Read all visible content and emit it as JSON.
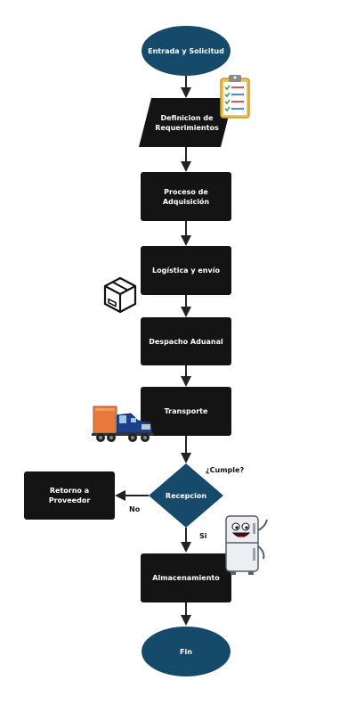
{
  "nodes": {
    "start": "Entrada y Solicitud",
    "requirements": "Definicion de Requerimientos",
    "acquisition": "Proceso de Adquisición",
    "logistics": "Logística y envío",
    "customs": "Despacho Aduanal",
    "transport": "Transporte",
    "reception": "Recepcion",
    "return": "Retorno a Proveedor",
    "storage": "Almacenamiento",
    "end": "Fin"
  },
  "edge_labels": {
    "question": "¿Cumple?",
    "no": "No",
    "yes": "Si"
  },
  "colors": {
    "oval": "#164a6b",
    "box": "#141414",
    "arrow": "#222222"
  },
  "icons": [
    "clipboard-checklist-icon",
    "package-box-icon",
    "semi-truck-icon",
    "fridge-character-icon"
  ]
}
